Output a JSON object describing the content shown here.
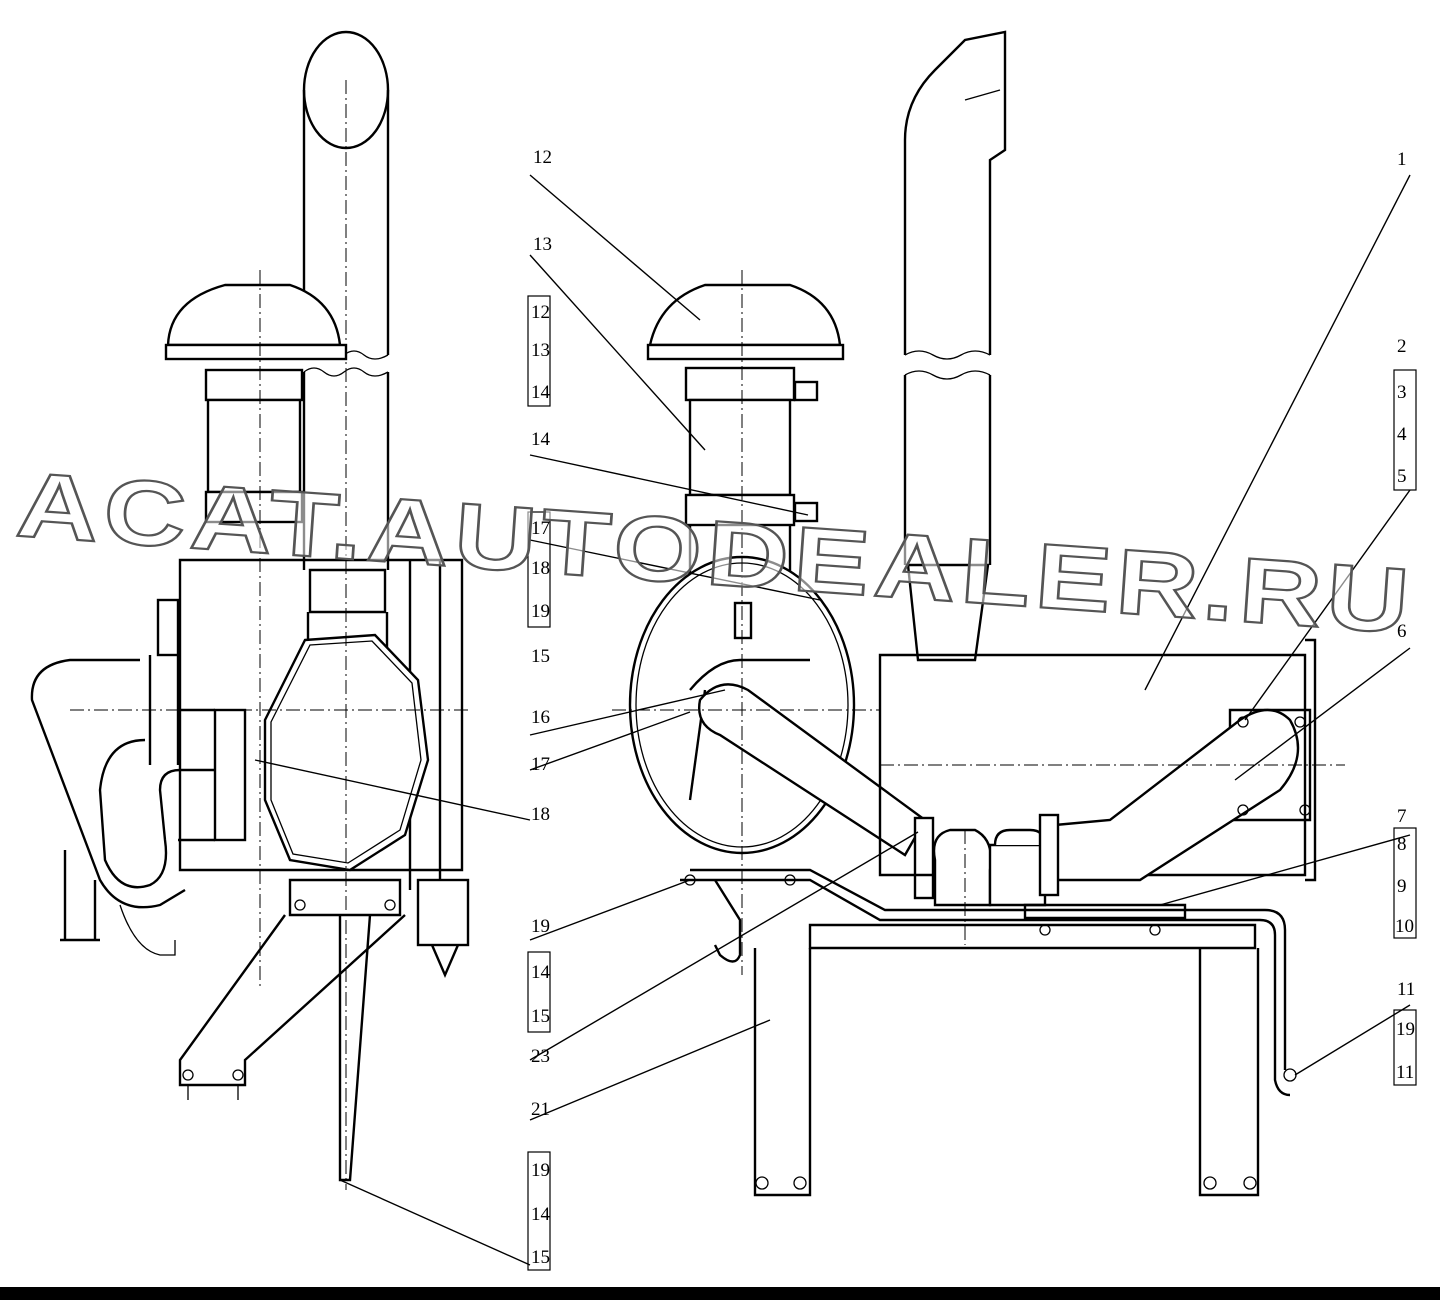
{
  "watermark": "ACAT.AUTODEALER.RU",
  "callouts": {
    "c1": "1",
    "c2": "2",
    "c3": "3",
    "c4": "4",
    "c5": "5",
    "c6": "6",
    "c7": "7",
    "c8": "8",
    "c9": "9",
    "c10": "10",
    "c11": "11",
    "c12": "12",
    "c13": "13",
    "c14": "14",
    "c15": "15",
    "c16": "16",
    "c17": "17",
    "c18": "18",
    "c19": "19",
    "c21": "21",
    "c23": "23",
    "c12b": "12",
    "c13b": "13",
    "c14b": "14",
    "c17b": "17",
    "c18b": "18",
    "c19b": "19",
    "c14c": "14",
    "c15b": "15",
    "c19c": "19",
    "c11b": "11",
    "c19d": "19",
    "c14d": "14",
    "c15c": "15"
  }
}
